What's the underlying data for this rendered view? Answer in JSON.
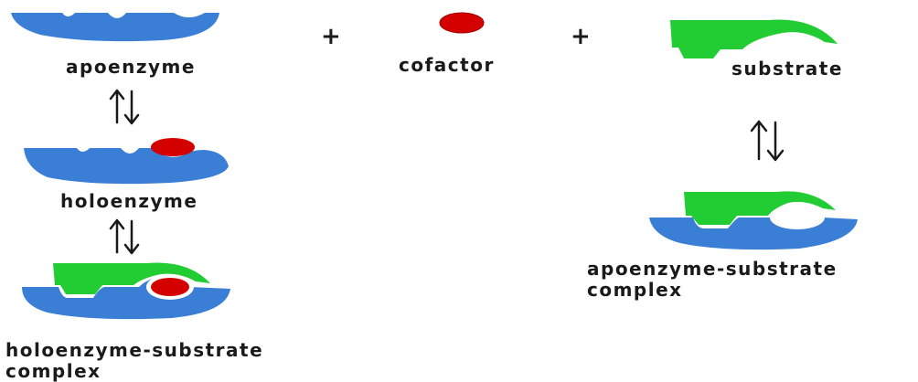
{
  "labels": {
    "apoenzyme": "apoenzyme",
    "cofactor": "cofactor",
    "substrate": "substrate",
    "holoenzyme": "holoenzyme",
    "holo_complex_line1": "holoenzyme-substrate",
    "holo_complex_line2": "complex",
    "apo_complex_line1": "apoenzyme-substrate",
    "apo_complex_line2": "complex"
  },
  "operators": {
    "plus": "+"
  },
  "colors": {
    "enzyme": "#3a7fd5",
    "cofactor": "#d40000",
    "substrate": "#22cc33",
    "arrow": "#1a1a1a"
  },
  "icons": {
    "equilibrium": "equilibrium-arrows-icon"
  }
}
